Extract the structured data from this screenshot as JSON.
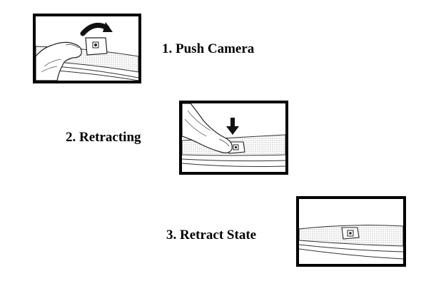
{
  "steps": [
    {
      "number": "1.",
      "label": "1. Push Camera"
    },
    {
      "number": "2.",
      "label": "2. Retracting"
    },
    {
      "number": "3.",
      "label": "3. Retract State"
    }
  ],
  "colors": {
    "frame": "#000000",
    "background": "#ffffff",
    "texture": "#bfbfbf"
  },
  "icons": [
    "curved-arrow-icon",
    "down-arrow-icon",
    "camera-icon",
    "finger-icon"
  ]
}
